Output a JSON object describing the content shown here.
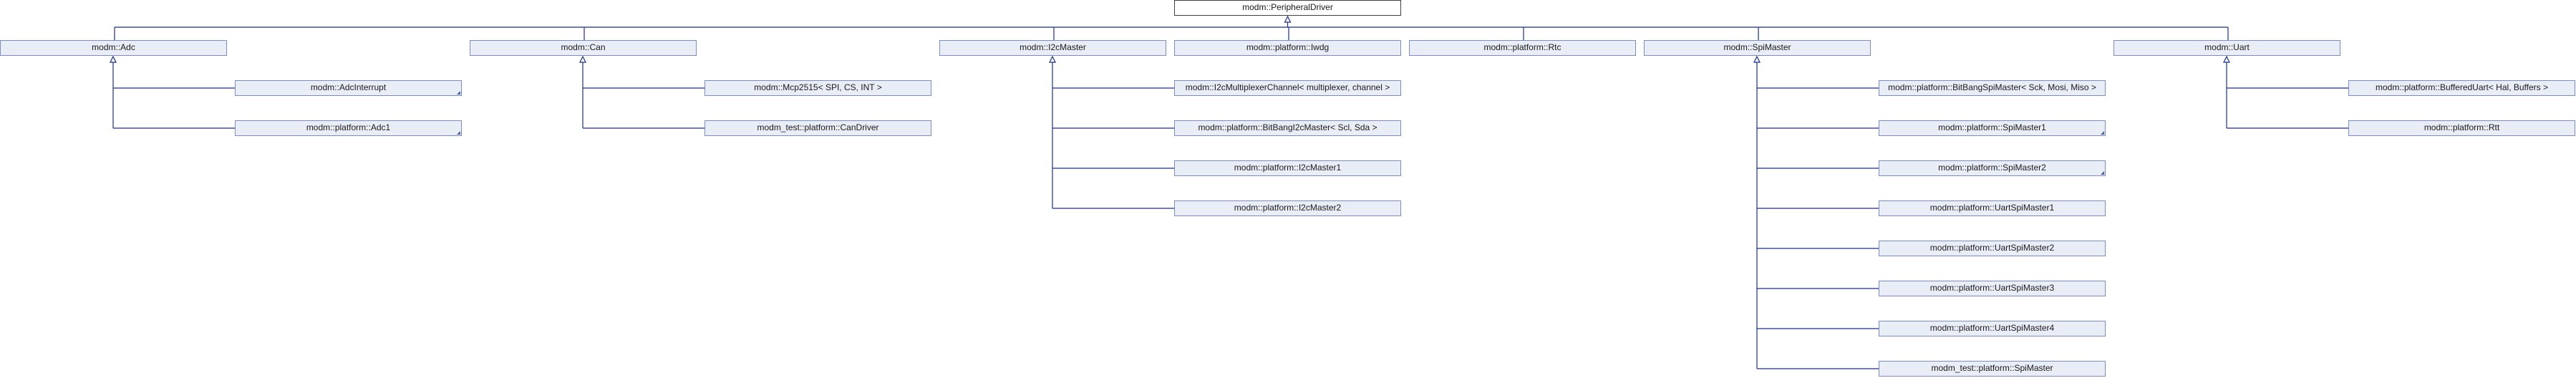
{
  "root": {
    "label": "modm::PeripheralDriver"
  },
  "groups": [
    {
      "label": "modm::Adc",
      "children": [
        {
          "label": "modm::AdcInterrupt",
          "folded": true
        },
        {
          "label": "modm::platform::Adc1",
          "folded": true
        }
      ]
    },
    {
      "label": "modm::Can",
      "children": [
        {
          "label": "modm::Mcp2515< SPI, CS, INT >",
          "folded": false
        },
        {
          "label": "modm_test::platform::CanDriver",
          "folded": false
        }
      ]
    },
    {
      "label": "modm::I2cMaster",
      "children": [
        {
          "label": "modm::I2cMultiplexerChannel< multiplexer, channel >",
          "folded": false
        },
        {
          "label": "modm::platform::BitBangI2cMaster< Scl, Sda >",
          "folded": false
        },
        {
          "label": "modm::platform::I2cMaster1",
          "folded": false
        },
        {
          "label": "modm::platform::I2cMaster2",
          "folded": false
        }
      ]
    },
    {
      "label": "modm::platform::Iwdg",
      "children": []
    },
    {
      "label": "modm::platform::Rtc",
      "children": []
    },
    {
      "label": "modm::SpiMaster",
      "children": [
        {
          "label": "modm::platform::BitBangSpiMaster< Sck, Mosi, Miso >",
          "folded": false
        },
        {
          "label": "modm::platform::SpiMaster1",
          "folded": true
        },
        {
          "label": "modm::platform::SpiMaster2",
          "folded": true
        },
        {
          "label": "modm::platform::UartSpiMaster1",
          "folded": false
        },
        {
          "label": "modm::platform::UartSpiMaster2",
          "folded": false
        },
        {
          "label": "modm::platform::UartSpiMaster3",
          "folded": false
        },
        {
          "label": "modm::platform::UartSpiMaster4",
          "folded": false
        },
        {
          "label": "modm_test::platform::SpiMaster",
          "folded": false
        }
      ]
    },
    {
      "label": "modm::Uart",
      "children": [
        {
          "label": "modm::platform::BufferedUart< Hal, Buffers >",
          "folded": false
        },
        {
          "label": "modm::platform::Rtt",
          "folded": false
        }
      ]
    }
  ],
  "colors": {
    "node_fill": "#e8edf6",
    "node_border": "#7a8ec4",
    "edge": "#1a2f8a",
    "root_border": "#404040"
  }
}
